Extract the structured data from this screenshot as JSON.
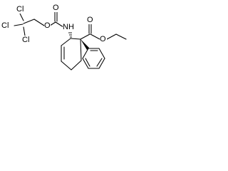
{
  "structure": {
    "atoms": {
      "cl_top": "Cl",
      "cl_left": "Cl",
      "cl_bottom": "Cl",
      "o_carbamate_ether": "O",
      "o_carbamate_carbonyl": "O",
      "nh": "NH",
      "o_ester_carbonyl": "O",
      "o_ester_ether": "O"
    }
  }
}
